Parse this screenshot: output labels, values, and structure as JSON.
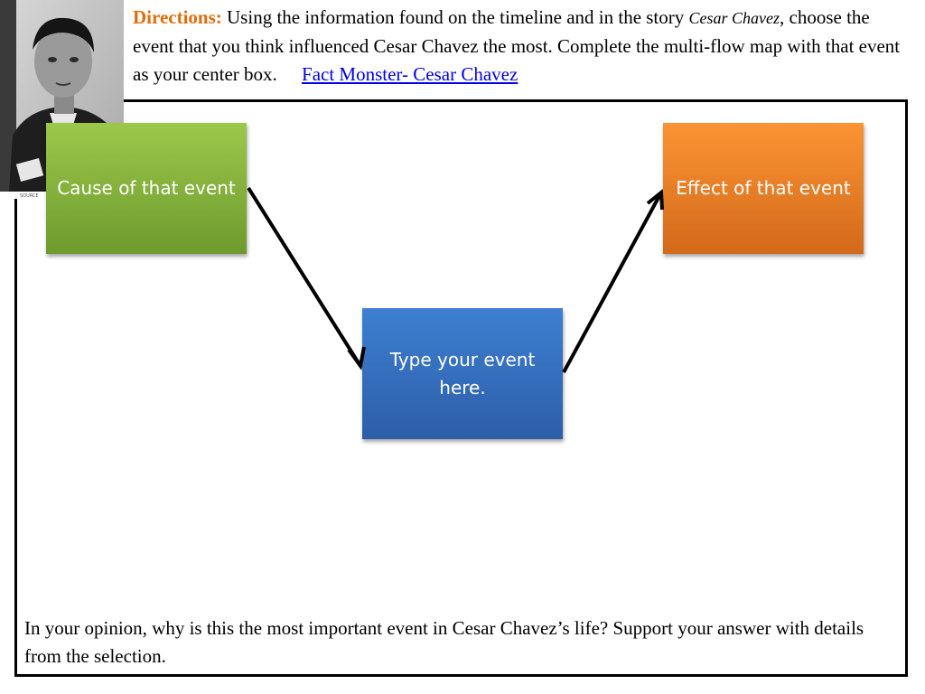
{
  "header": {
    "directions_label": "Directions:",
    "directions_text_1": "Using the information found on the timeline and in the story",
    "story_title": "Cesar Chavez",
    "directions_text_2": ", choose the event that you think influenced Cesar Chavez the most. Complete the multi-flow map with that event as your center box.",
    "link_text": "Fact Monster- Cesar Chavez",
    "photo_caption": "SOURCE"
  },
  "flow_map": {
    "cause_box": "Cause of that event",
    "event_box": "Type your event here.",
    "effect_box": "Effect of that event"
  },
  "question": {
    "text": "In your opinion, why is this the most important event in Cesar Chavez’s life? Support your answer with details from the selection."
  },
  "colors": {
    "directions_label": "#e36c09",
    "link": "#0000ee",
    "cause_box": "#8cb843",
    "event_box": "#3a74c4",
    "effect_box": "#f08424"
  }
}
